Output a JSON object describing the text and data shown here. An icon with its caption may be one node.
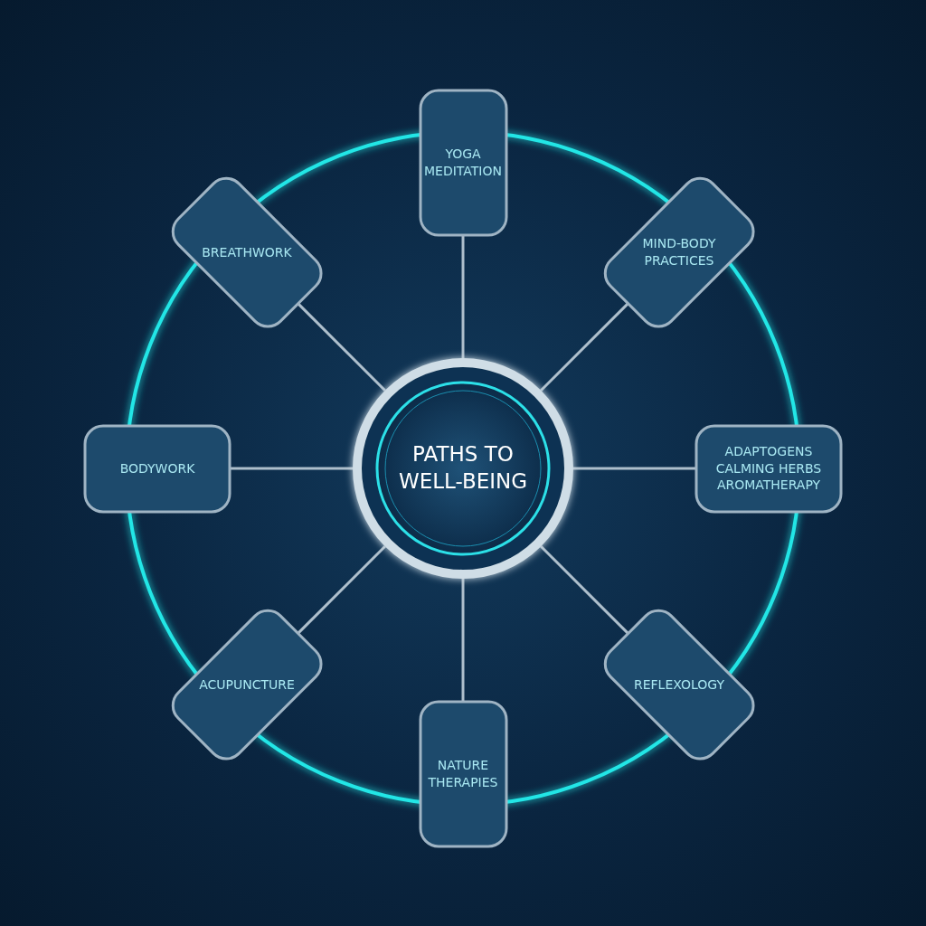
{
  "diagram": {
    "nodes": [
      {
        "text": [
          "PATHS TO WELL-BEING"
        ]
      },
      {
        "text": [
          "YOGA MEDITATION"
        ]
      },
      {
        "text": [
          "BREATHWORK"
        ]
      },
      {
        "text": [
          "MIND-BODY PRACTICES"
        ]
      },
      {
        "text": [
          "BODYWORK"
        ]
      },
      {
        "text": [
          "ADAPTOGENS",
          "CALMING HERBS",
          "AROMATHERAPY"
        ]
      },
      {
        "text": [
          "ACUPUNCTURE"
        ]
      },
      {
        "text": [
          "REFLEXOLOGY"
        ]
      },
      {
        "text": [
          "NATURE THERAPIES"
        ]
      }
    ],
    "edges": [
      {
        "from": 0,
        "to": 1,
        "arrow": "none"
      },
      {
        "from": 0,
        "to": 2,
        "arrow": "none"
      },
      {
        "from": 0,
        "to": 3,
        "arrow": "none"
      },
      {
        "from": 0,
        "to": 4,
        "arrow": "none"
      },
      {
        "from": 0,
        "to": 5,
        "arrow": "none"
      },
      {
        "from": 0,
        "to": 6,
        "arrow": "none"
      },
      {
        "from": 0,
        "to": 7,
        "arrow": "none"
      },
      {
        "from": 0,
        "to": 8,
        "arrow": "none"
      }
    ]
  }
}
